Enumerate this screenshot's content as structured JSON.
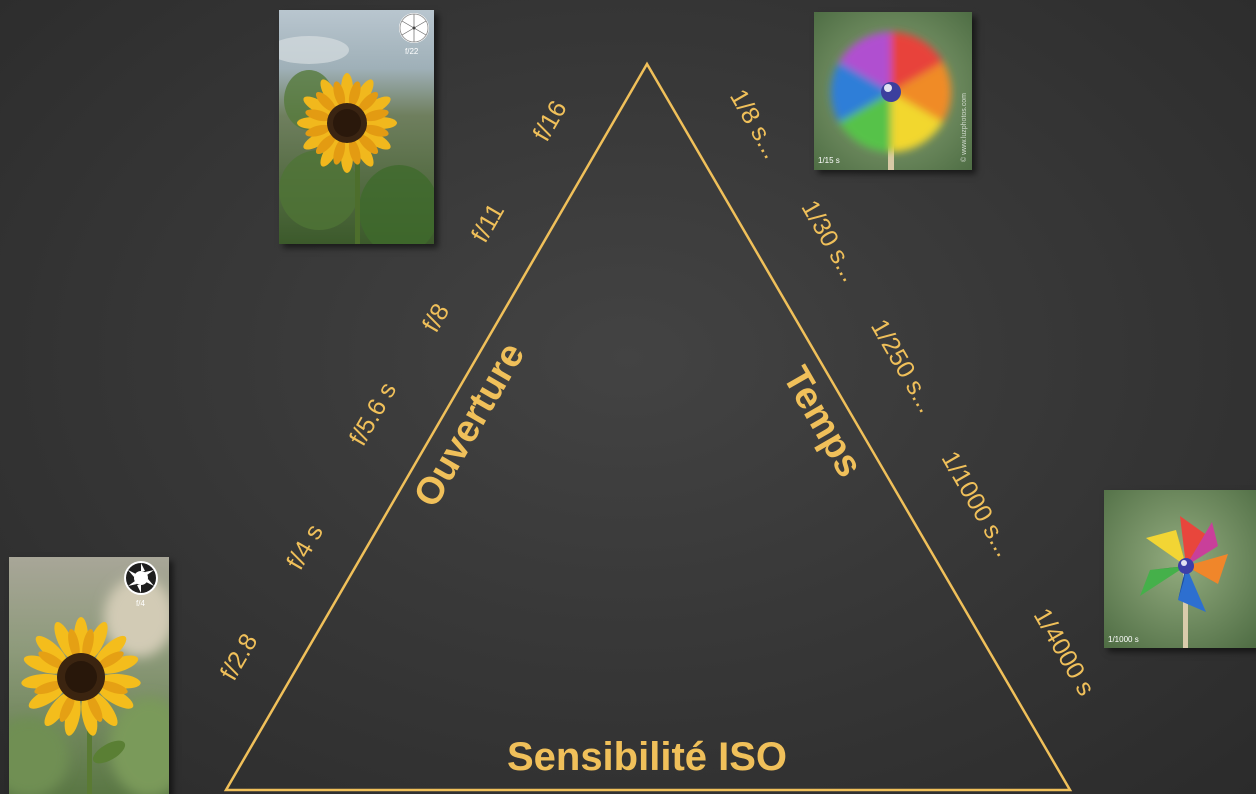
{
  "colors": {
    "accent": "#f0c05a",
    "background": "#383838"
  },
  "diagram": {
    "bottom_label": "Sensibilité ISO",
    "left_label": "Ouverture",
    "right_label": "Temps",
    "aperture_values": [
      "f/2.8",
      "f/4 s",
      "f/5.6 s",
      "f/8",
      "f/11",
      "f/16"
    ],
    "shutter_values": [
      "1/8 s...",
      "1/30 s...",
      "1/250 s...",
      "1/1000 s...",
      "1/4000 s"
    ]
  },
  "photos": {
    "sunflower_small_aperture": {
      "caption": "f/22",
      "icon": "aperture-icon"
    },
    "sunflower_wide_aperture": {
      "caption": "f/4",
      "icon": "aperture-icon"
    },
    "pinwheel_slow": {
      "caption": "1/15 s",
      "credit": "© www.luzphotos.com"
    },
    "pinwheel_fast": {
      "caption": "1/1000 s"
    }
  }
}
